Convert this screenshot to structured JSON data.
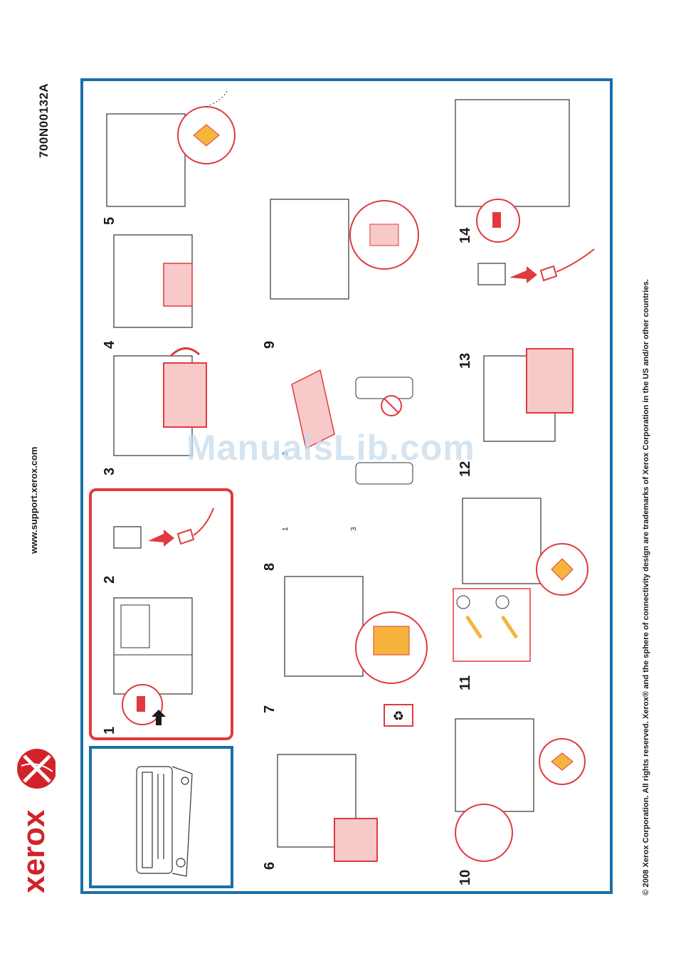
{
  "header": {
    "doc_code": "700N00132A",
    "support_url": "www.support.xerox.com",
    "brand": "xerox"
  },
  "steps": [
    "1",
    "2",
    "3",
    "4",
    "5",
    "6",
    "7",
    "8",
    "9",
    "10",
    "11",
    "12",
    "13",
    "14"
  ],
  "substeps": [
    "1",
    "2",
    "3"
  ],
  "footer": {
    "copyright": "© 2008 Xerox Corporation. All rights reserved. Xerox® and the sphere of connectivity design are trademarks of Xerox Corporation in the US and/or other countries."
  },
  "watermark": "ManualsLib.com",
  "colors": {
    "frame_blue": "#1b6fa8",
    "highlight_red": "#e03a3e",
    "brand_red": "#d2232a",
    "accent_orange": "#f6b43c"
  },
  "icons": [
    "xerox-logo",
    "printer-drawing",
    "drum-cartridge-drawing",
    "recycle-icon",
    "no-touch-icon",
    "power-plug-icon",
    "power-switch-icon",
    "lock-icon",
    "unlock-icon",
    "hand-icon"
  ]
}
